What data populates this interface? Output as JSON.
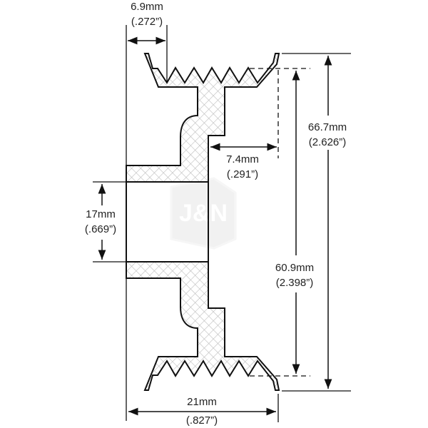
{
  "watermark": {
    "text": "J&N"
  },
  "dimensions": {
    "flange_width": {
      "mm": "6.9mm",
      "inch": "(.272”)"
    },
    "offset": {
      "mm": "7.4mm",
      "inch": "(.291”)"
    },
    "bore": {
      "mm": "17mm",
      "inch": "(.669”)"
    },
    "outer_diameter": {
      "mm": "66.7mm",
      "inch": "(2.626”)"
    },
    "groove_diameter": {
      "mm": "60.9mm",
      "inch": "(2.398”)"
    },
    "overall_width": {
      "mm": "21mm",
      "inch": "(.827”)"
    }
  }
}
